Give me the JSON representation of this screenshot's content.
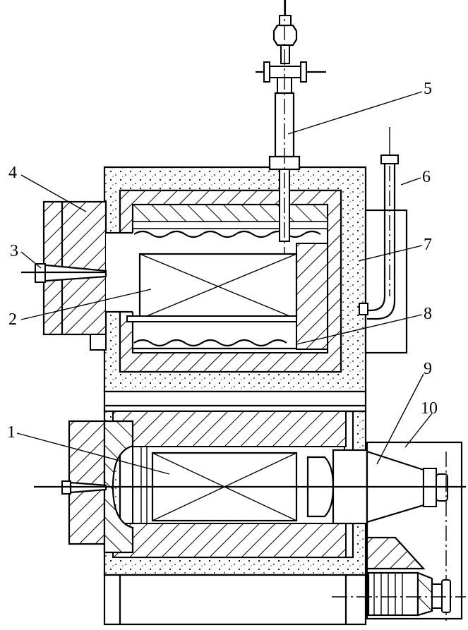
{
  "diagram": {
    "labels": [
      {
        "id": "1",
        "text": "1"
      },
      {
        "id": "2",
        "text": "2"
      },
      {
        "id": "3",
        "text": "3"
      },
      {
        "id": "4",
        "text": "4"
      },
      {
        "id": "5",
        "text": "5"
      },
      {
        "id": "6",
        "text": "6"
      },
      {
        "id": "7",
        "text": "7"
      },
      {
        "id": "8",
        "text": "8"
      },
      {
        "id": "9",
        "text": "9"
      },
      {
        "id": "10",
        "text": "10"
      }
    ]
  }
}
